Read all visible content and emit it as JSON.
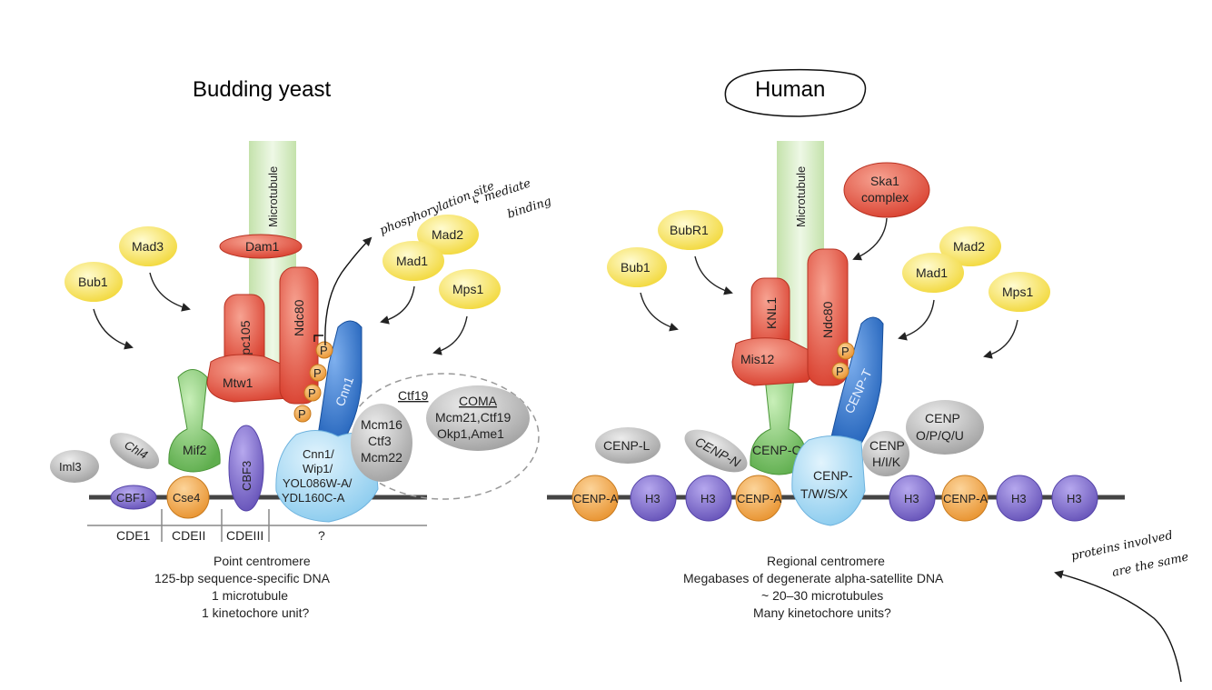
{
  "colors": {
    "yellow": "#f6e35a",
    "red": "#e35a4a",
    "green": "#7fc46c",
    "blue": "#2d6ec4",
    "lightblue": "#9fd3f0",
    "grey": "#b5b5b5",
    "purple": "#7b68c8",
    "orange": "#f0a040",
    "microtubule": "#d6ecc4"
  },
  "yeast": {
    "title": "Budding yeast",
    "microtubule": "Microtubule",
    "dam1": "Dam1",
    "mad3": "Mad3",
    "bub1": "Bub1",
    "mad2": "Mad2",
    "mad1": "Mad1",
    "mps1": "Mps1",
    "spc105": "Spc105",
    "ndc80": "Ndc80",
    "mtw1": "Mtw1",
    "cnn1": "Cnn1",
    "phospho": "P",
    "mif2": "Mif2",
    "iml3": "Iml3",
    "chl4": "Chl4",
    "cbf1": "CBF1",
    "cse4": "Cse4",
    "cbf3": "CBF3",
    "cnn1_complex": [
      "Cnn1/",
      "Wip1/",
      "YOL086W-A/",
      "YDL160C-A"
    ],
    "ctf19": "Ctf19",
    "mcm16": [
      "Mcm16",
      "Ctf3",
      "Mcm22"
    ],
    "coma_title": "COMA",
    "coma": [
      "Mcm21,Ctf19",
      "Okp1,Ame1"
    ],
    "cde1": "CDE1",
    "cde2": "CDEII",
    "cde3": "CDEIII",
    "question": "?",
    "caption": [
      "Point centromere",
      "125-bp sequence-specific DNA",
      "1 microtubule",
      "1 kinetochore unit?"
    ]
  },
  "human": {
    "title": "Human",
    "microtubule": "Microtubule",
    "ska1": [
      "Ska1",
      "complex"
    ],
    "bubr1": "BubR1",
    "bub1": "Bub1",
    "mad2": "Mad2",
    "mad1": "Mad1",
    "mps1": "Mps1",
    "knl1": "KNL1",
    "ndc80": "Ndc80",
    "mis12": "Mis12",
    "cenpt": "CENP-T",
    "phospho": "P",
    "cenpc": "CENP-C",
    "cenpl": "CENP-L",
    "cenpn": "CENP-N",
    "cenphik": [
      "CENP",
      "H/I/K"
    ],
    "cenpopqu": [
      "CENP",
      "O/P/Q/U"
    ],
    "cenptwsx": [
      "CENP-",
      "T/W/S/X"
    ],
    "cenpa": "CENP-A",
    "h3": "H3",
    "caption": [
      "Regional centromere",
      "Megabases of degenerate alpha-satellite DNA",
      "~ 20–30 microtubules",
      "Many kinetochore units?"
    ]
  },
  "annotations": {
    "phospho_note": "phosphorylation site",
    "mediate_note": [
      "↳ mediate",
      "binding"
    ],
    "proteins_note": [
      "proteins involved",
      "are the same"
    ]
  }
}
